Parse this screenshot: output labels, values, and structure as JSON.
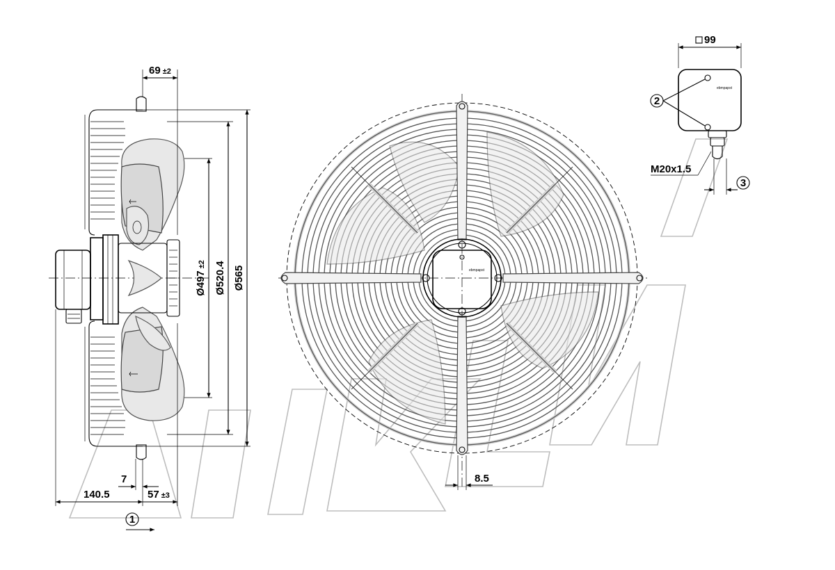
{
  "dimensions": {
    "dim_69": "69",
    "dim_69_tol": "±2",
    "dim_497": "Ø497",
    "dim_497_tol": "±2",
    "dim_520": "Ø520.4",
    "dim_565": "Ø565",
    "dim_7": "7",
    "dim_140": "140.5",
    "dim_57": "57",
    "dim_57_tol": "±3",
    "dim_85": "8.5",
    "dim_99": "99",
    "thread": "M20x1.5"
  },
  "callouts": {
    "c1": "1",
    "c2": "2",
    "c3": "3"
  },
  "brand_mark": "ebmpapst",
  "colors": {
    "line": "#000000",
    "guard": "#555555",
    "watermark": "#bdbdbd"
  }
}
